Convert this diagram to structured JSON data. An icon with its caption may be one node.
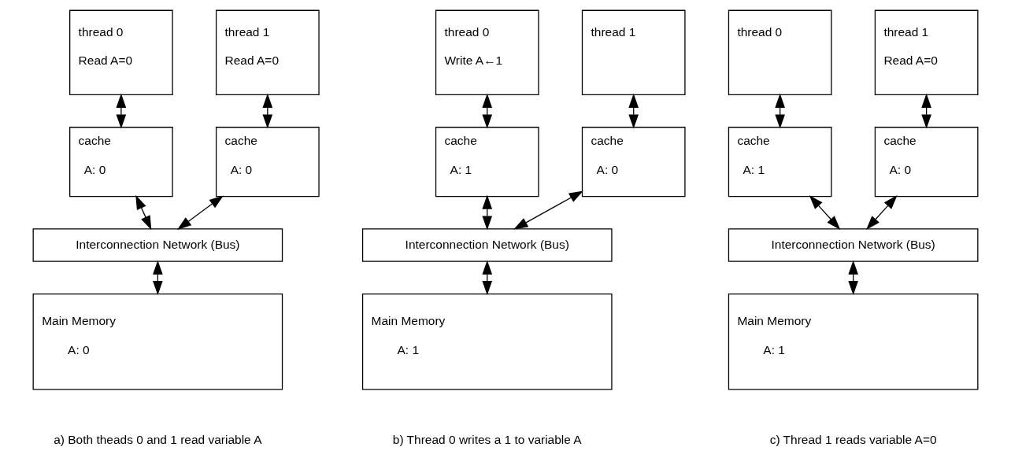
{
  "diagram": {
    "nodes": [
      {
        "text": [
          "thread 0",
          "Read A=0"
        ]
      },
      {
        "text": [
          "thread 1",
          "Read A=0"
        ]
      },
      {
        "text": [
          "cache",
          "A: 0"
        ]
      },
      {
        "text": [
          "cache",
          "A: 0"
        ]
      },
      {
        "text": [
          "Interconnection Network (Bus)"
        ]
      },
      {
        "text": [
          "Main Memory",
          "A: 0"
        ]
      },
      {
        "text": [
          "thread 0",
          "Write A←1"
        ]
      },
      {
        "text": [
          "thread 1"
        ]
      },
      {
        "text": [
          "cache",
          "A: 1"
        ]
      },
      {
        "text": [
          "cache",
          "A: 0"
        ]
      },
      {
        "text": [
          "Interconnection Network (Bus)"
        ]
      },
      {
        "text": [
          "Main Memory",
          "A: 1"
        ]
      },
      {
        "text": [
          "thread 0"
        ]
      },
      {
        "text": [
          "thread 1",
          "Read A=0"
        ]
      },
      {
        "text": [
          "cache",
          "A: 1"
        ]
      },
      {
        "text": [
          "cache",
          "A: 0"
        ]
      },
      {
        "text": [
          "Interconnection Network (Bus)"
        ]
      },
      {
        "text": [
          "Main Memory",
          "A: 1"
        ]
      }
    ],
    "edges": [
      {
        "from": 0,
        "to": 2,
        "arrow": "both"
      },
      {
        "from": 1,
        "to": 3,
        "arrow": "both"
      },
      {
        "from": 2,
        "to": 4,
        "arrow": "both"
      },
      {
        "from": 3,
        "to": 4,
        "arrow": "both"
      },
      {
        "from": 4,
        "to": 5,
        "arrow": "both"
      },
      {
        "from": 6,
        "to": 8,
        "arrow": "both"
      },
      {
        "from": 7,
        "to": 9,
        "arrow": "both"
      },
      {
        "from": 8,
        "to": 10,
        "arrow": "both"
      },
      {
        "from": 9,
        "to": 10,
        "arrow": "both"
      },
      {
        "from": 10,
        "to": 11,
        "arrow": "both"
      },
      {
        "from": 12,
        "to": 14,
        "arrow": "both"
      },
      {
        "from": 13,
        "to": 15,
        "arrow": "both"
      },
      {
        "from": 14,
        "to": 16,
        "arrow": "both"
      },
      {
        "from": 15,
        "to": 16,
        "arrow": "both"
      },
      {
        "from": 16,
        "to": 17,
        "arrow": "both"
      }
    ],
    "labels": [
      "a) Both theads 0 and 1 read variable A",
      "b) Thread 0 writes a 1 to variable A",
      "c) Thread 1 reads variable A=0"
    ]
  }
}
